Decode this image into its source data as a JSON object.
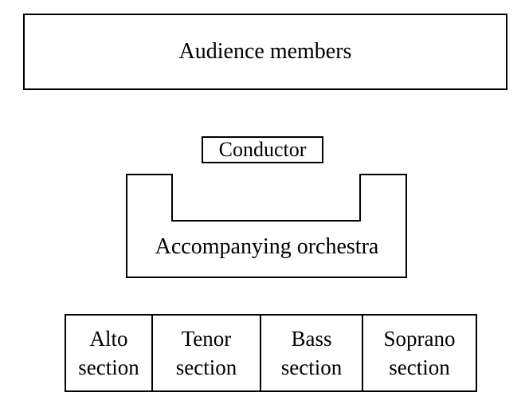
{
  "audience": {
    "label": "Audience members"
  },
  "conductor": {
    "label": "Conductor"
  },
  "orchestra": {
    "label": "Accompanying orchestra"
  },
  "sections": [
    {
      "line1": "Alto",
      "line2": "section"
    },
    {
      "line1": "Tenor",
      "line2": "section"
    },
    {
      "line1": "Bass",
      "line2": "section"
    },
    {
      "line1": "Soprano",
      "line2": "section"
    }
  ]
}
